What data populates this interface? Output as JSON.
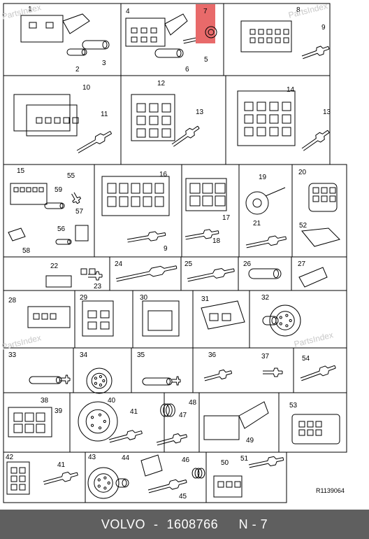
{
  "watermark": "PartsIndex",
  "reference": "R1139064",
  "highlight_color": "#e86a6a",
  "highlighted_part": "7",
  "footer": {
    "brand": "VOLVO",
    "separator": "-",
    "part_number": "1608766",
    "page": "N - 7"
  },
  "callouts": [
    "1",
    "2",
    "3",
    "4",
    "5",
    "6",
    "7",
    "8",
    "9",
    "10",
    "11",
    "12",
    "13",
    "14",
    "13",
    "15",
    "55",
    "59",
    "57",
    "56",
    "58",
    "16",
    "9",
    "17",
    "18",
    "19",
    "21",
    "20",
    "52",
    "22",
    "23",
    "24",
    "25",
    "26",
    "27",
    "28",
    "29",
    "30",
    "31",
    "32",
    "33",
    "34",
    "35",
    "36",
    "37",
    "54",
    "38",
    "39",
    "40",
    "41",
    "48",
    "47",
    "49",
    "53",
    "42",
    "41",
    "43",
    "44",
    "46",
    "45",
    "50",
    "51"
  ]
}
